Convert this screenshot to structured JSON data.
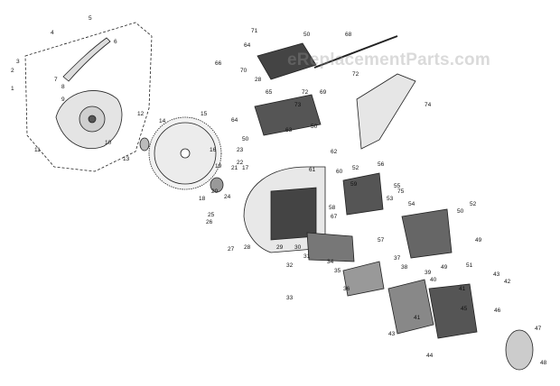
{
  "watermark": "eReplacementParts.com",
  "callouts": [
    {
      "n": "1"
    },
    {
      "n": "2"
    },
    {
      "n": "3"
    },
    {
      "n": "4"
    },
    {
      "n": "5"
    },
    {
      "n": "6"
    },
    {
      "n": "7"
    },
    {
      "n": "8"
    },
    {
      "n": "9"
    },
    {
      "n": "10"
    },
    {
      "n": "11"
    },
    {
      "n": "12"
    },
    {
      "n": "13"
    },
    {
      "n": "14"
    },
    {
      "n": "15"
    },
    {
      "n": "16"
    },
    {
      "n": "17"
    },
    {
      "n": "18"
    },
    {
      "n": "19"
    },
    {
      "n": "20"
    },
    {
      "n": "21"
    },
    {
      "n": "22"
    },
    {
      "n": "23"
    },
    {
      "n": "24"
    },
    {
      "n": "25"
    },
    {
      "n": "26"
    },
    {
      "n": "27"
    },
    {
      "n": "28"
    },
    {
      "n": "28"
    },
    {
      "n": "29"
    },
    {
      "n": "30"
    },
    {
      "n": "31"
    },
    {
      "n": "32"
    },
    {
      "n": "33"
    },
    {
      "n": "34"
    },
    {
      "n": "35"
    },
    {
      "n": "36"
    },
    {
      "n": "37"
    },
    {
      "n": "38"
    },
    {
      "n": "39"
    },
    {
      "n": "40"
    },
    {
      "n": "41"
    },
    {
      "n": "41"
    },
    {
      "n": "42"
    },
    {
      "n": "43"
    },
    {
      "n": "43"
    },
    {
      "n": "44"
    },
    {
      "n": "45"
    },
    {
      "n": "46"
    },
    {
      "n": "47"
    },
    {
      "n": "48"
    },
    {
      "n": "49"
    },
    {
      "n": "49"
    },
    {
      "n": "50"
    },
    {
      "n": "50"
    },
    {
      "n": "50"
    },
    {
      "n": "50"
    },
    {
      "n": "51"
    },
    {
      "n": "52"
    },
    {
      "n": "52"
    },
    {
      "n": "53"
    },
    {
      "n": "54"
    },
    {
      "n": "55"
    },
    {
      "n": "56"
    },
    {
      "n": "57"
    },
    {
      "n": "58"
    },
    {
      "n": "59"
    },
    {
      "n": "60"
    },
    {
      "n": "61"
    },
    {
      "n": "62"
    },
    {
      "n": "63"
    },
    {
      "n": "64"
    },
    {
      "n": "64"
    },
    {
      "n": "65"
    },
    {
      "n": "66"
    },
    {
      "n": "67"
    },
    {
      "n": "68"
    },
    {
      "n": "69"
    },
    {
      "n": "70"
    },
    {
      "n": "71"
    },
    {
      "n": "72"
    },
    {
      "n": "72"
    },
    {
      "n": "73"
    },
    {
      "n": "74"
    },
    {
      "n": "75"
    }
  ]
}
